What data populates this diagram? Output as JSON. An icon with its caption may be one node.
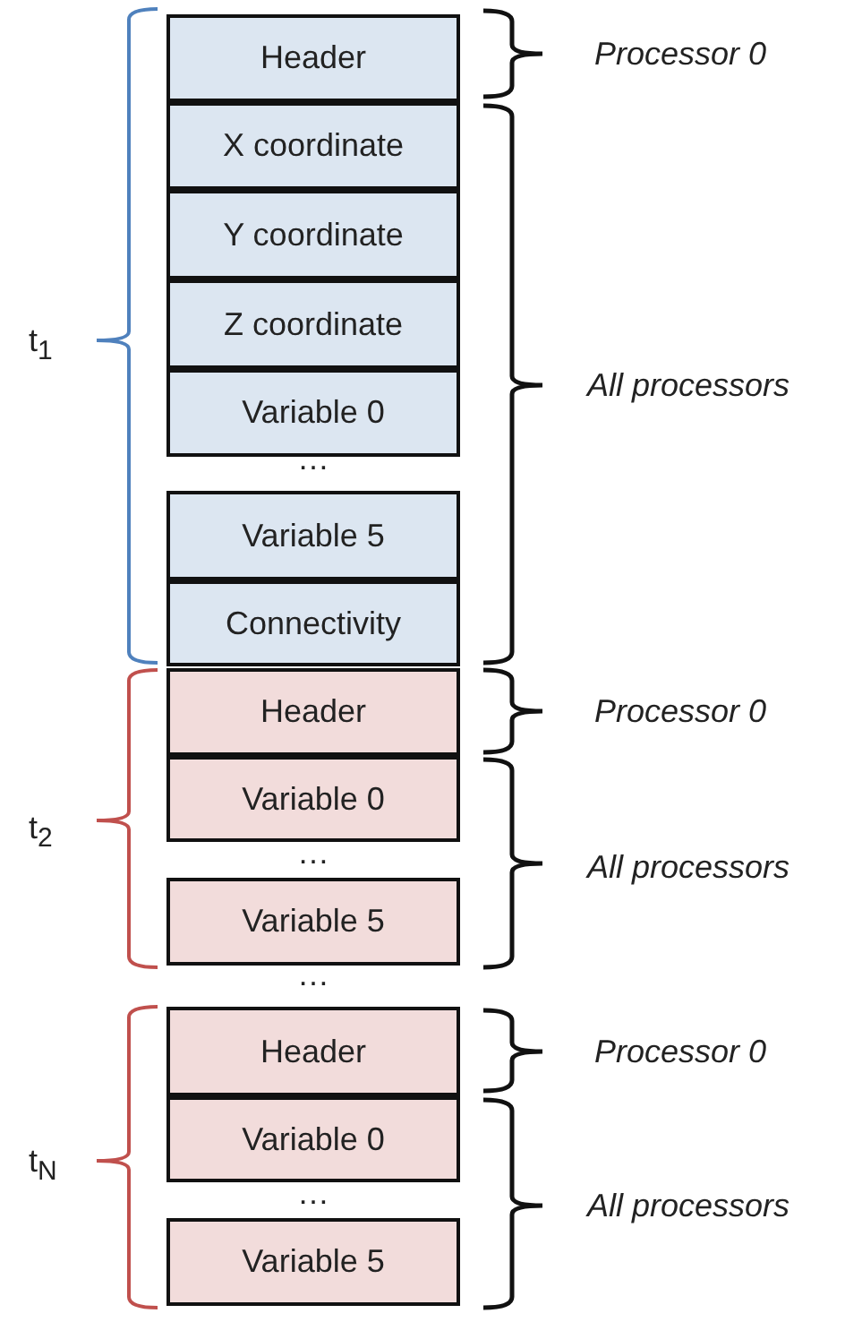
{
  "diagram": {
    "nodes": [
      {
        "text": [
          "Header"
        ]
      },
      {
        "text": [
          "X coordinate"
        ]
      },
      {
        "text": [
          "Y coordinate"
        ]
      },
      {
        "text": [
          "Z coordinate"
        ]
      },
      {
        "text": [
          "Variable 0"
        ]
      },
      {
        "text": [
          "Variable 5"
        ]
      },
      {
        "text": [
          "Connectivity"
        ]
      },
      {
        "text": [
          "Header"
        ]
      },
      {
        "text": [
          "Variable 0"
        ]
      },
      {
        "text": [
          "Variable 5"
        ]
      },
      {
        "text": [
          "Header"
        ]
      },
      {
        "text": [
          "Variable 0"
        ]
      },
      {
        "text": [
          "Variable 5"
        ]
      }
    ],
    "edges": [],
    "labels": [
      "Processor 0",
      "t$_{1}$",
      "All processors",
      "…",
      "Processor 0",
      "t$_{2}$",
      "…",
      "All processors",
      "…",
      "Processor 0",
      "t$_{N}$",
      "…",
      "All processors"
    ]
  }
}
